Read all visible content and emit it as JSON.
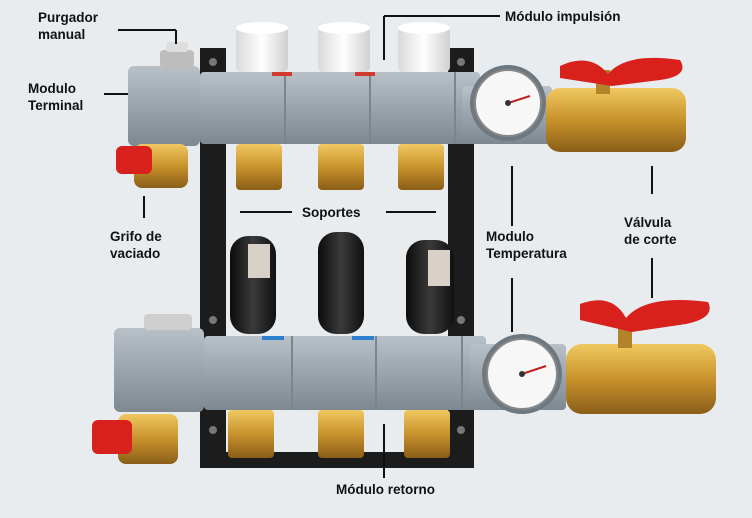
{
  "labels": {
    "purgador": [
      "Purgador",
      "manual"
    ],
    "modulo_terminal": [
      "Modulo",
      "Terminal"
    ],
    "grifo": [
      "Grifo de",
      "vaciado"
    ],
    "modulo_impulsion": "Módulo impulsión",
    "soportes": "Soportes",
    "modulo_temperatura": [
      "Modulo",
      "Temperatura"
    ],
    "valvula": [
      "Válvula",
      "de corte"
    ],
    "modulo_retorno": "Módulo retorno"
  },
  "colors": {
    "background": "#e9ecef",
    "manifold_grey": "#9ea8b0",
    "bracket_black": "#1c1c1c",
    "brass": "#c9952e",
    "handle_red": "#d8201c",
    "cap_white": "#f2f2f2"
  }
}
